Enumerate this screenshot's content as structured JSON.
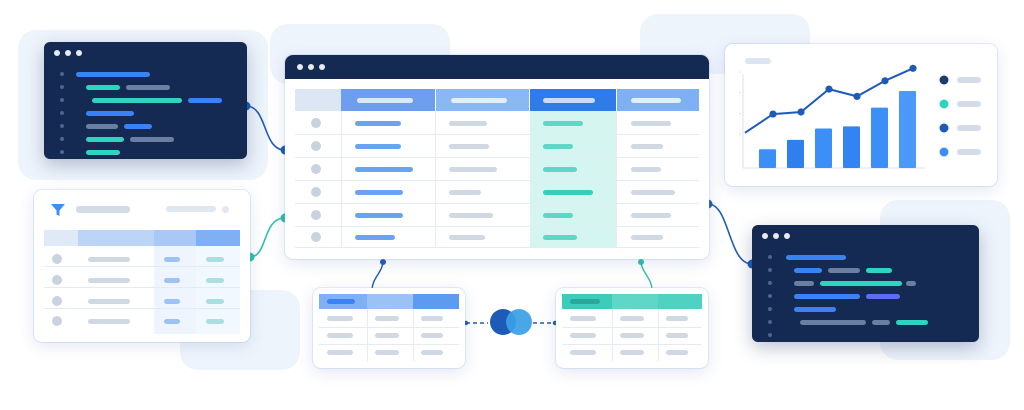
{
  "colors": {
    "dark_panel": "#142a52",
    "accent_blue": "#3b82f6",
    "accent_teal": "#2dd4bf",
    "accent_mid_blue": "#5b9cf6",
    "muted_bar": "#c9d2df",
    "connector": "#1e5bb8"
  },
  "icons": [
    "filter-icon",
    "venn-merge-icon",
    "window-dots-icon",
    "line-chart-icon"
  ],
  "chart_data": {
    "type": "bar",
    "categories": [
      "",
      "",
      "",
      "",
      "",
      "",
      ""
    ],
    "values": [
      18,
      27,
      38,
      40,
      58,
      74
    ],
    "line_overlay": [
      30,
      48,
      50,
      72,
      65,
      80,
      92
    ],
    "title": "",
    "xlabel": "",
    "ylabel": "",
    "legend": "right",
    "legend_colors": [
      "#1e3a6e",
      "#2dd4bf",
      "#1e5bb8",
      "#3b8ff6"
    ]
  }
}
